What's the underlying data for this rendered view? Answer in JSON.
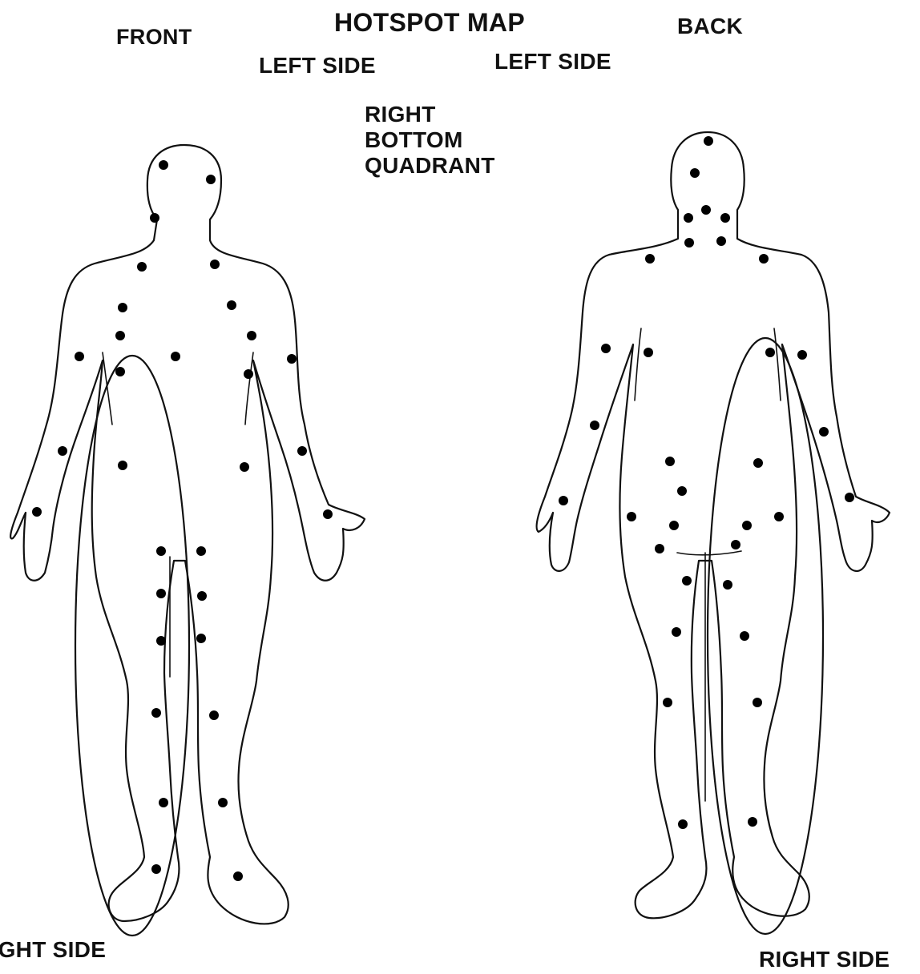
{
  "title": "HOTSPOT MAP",
  "labels": {
    "front": "FRONT",
    "back": "BACK",
    "left_side_front": "LEFT SIDE",
    "left_side_back": "LEFT SIDE",
    "right_side_front": "RIGHT SIDE",
    "right_side_back": "RIGHT SIDE",
    "quadrant": [
      "RIGHT",
      "BOTTOM",
      "QUADRANT"
    ]
  },
  "colors": {
    "outline": "#111111",
    "hotspot": "#000000",
    "background": "#ffffff"
  }
}
